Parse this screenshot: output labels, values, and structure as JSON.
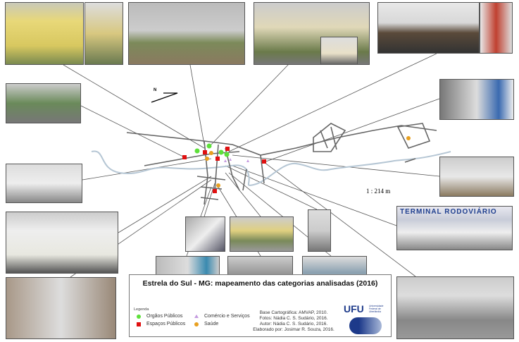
{
  "map": {
    "title": "Estrela do Sul - MG: mapeamento das categorias analisadas (2016)",
    "scale": "1 : 214 m",
    "north": "N"
  },
  "legend": {
    "heading": "Legenda",
    "items": [
      {
        "label": "Orgãos Públicos",
        "color": "#5ee03a",
        "shape": "circle"
      },
      {
        "label": "Espaços Públicos",
        "color": "#e01010",
        "shape": "square"
      },
      {
        "label": "Comércio e Serviços",
        "color": "#c59be0",
        "shape": "triangle"
      },
      {
        "label": "Saúde",
        "color": "#e8a020",
        "shape": "circle"
      }
    ]
  },
  "credits": [
    "Base Cartográfica: AMVAP, 2010.",
    "Fotos: Nádia C. S. Sudário, 2016.",
    "Autor: Nádia C. S. Sudário, 2016.",
    "Elaborado por: Josimar R. Souza, 2016."
  ],
  "logos": {
    "ufu": "UFU",
    "ufu_sub": "Universidade Federal de Uberlândia"
  },
  "photos": {
    "terminal_sign": "TERMINAL RODOVIÁRIO"
  }
}
